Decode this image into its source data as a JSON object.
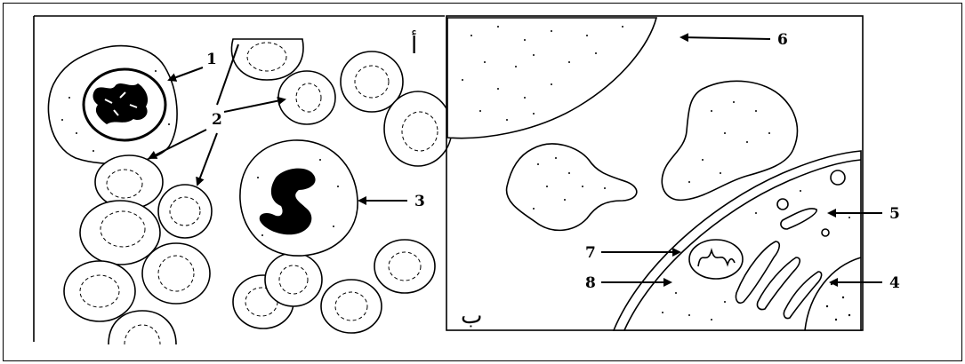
{
  "panels": {
    "left_letter": "أ",
    "right_letter": "ب"
  },
  "labels": {
    "l1": "1",
    "l2": "2",
    "l3": "3",
    "l4": "4",
    "l5": "5",
    "l6": "6",
    "l7": "7",
    "l8": "8"
  }
}
